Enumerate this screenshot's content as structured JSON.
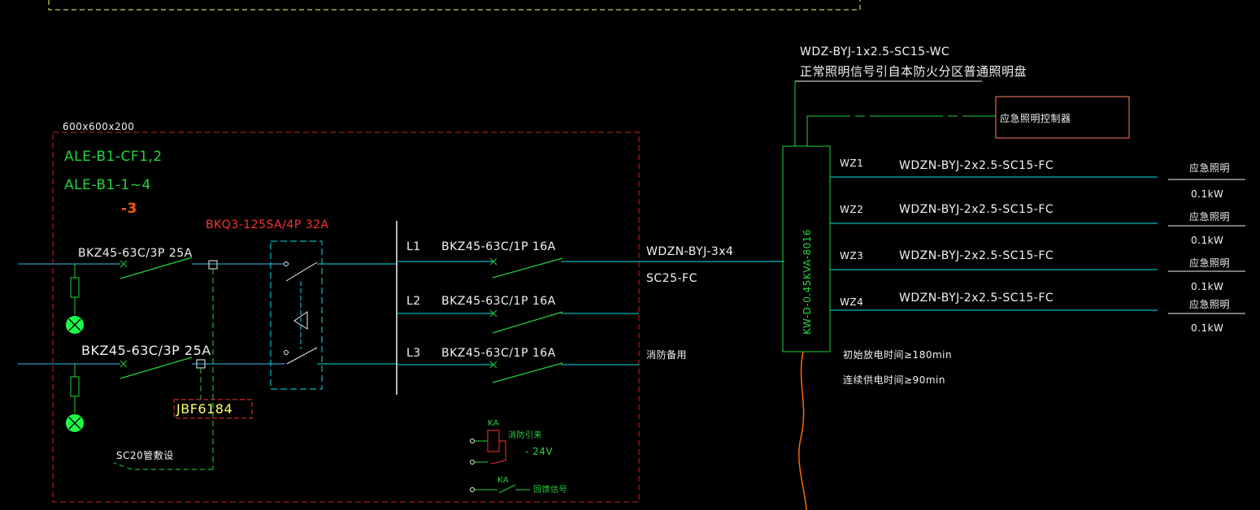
{
  "colors": {
    "background": "#000000",
    "cyan": "#00e5e5",
    "green": "#22d43a",
    "bright_green": "#1bff4a",
    "red": "#ff3030",
    "dark_red": "#cc2020",
    "white": "#f2f2f2",
    "yellow": "#ffff66",
    "orange": "#ff6a00",
    "salmon": "#ff8060",
    "light_blue": "#33bbee"
  },
  "panel": {
    "size_label": "600x600x200",
    "name_line1": "ALE-B1-CF1,2",
    "name_line2": "ALE-B1-1~4",
    "handwritten_note": "-3"
  },
  "incoming": {
    "breaker1_label": "BKZ45-63C/3P 25A",
    "breaker2_label": "BKZ45-63C/3P 25A",
    "ats_label": "BKQ3-125SA/4P 32A",
    "module_label": "JBF6184",
    "conduit_label": "SC20管敷设"
  },
  "outgoing": [
    {
      "phase": "L1",
      "breaker": "BKZ45-63C/1P 16A"
    },
    {
      "phase": "L2",
      "breaker": "BKZ45-63C/1P 16A"
    },
    {
      "phase": "L3",
      "breaker": "BKZ45-63C/1P 16A"
    }
  ],
  "feeder": {
    "cable_line1": "WDZN-BYJ-3x4",
    "cable_line2": "SC25-FC",
    "spare_label": "消防备用"
  },
  "fire_linkage": {
    "relay1_label": "KA",
    "relay1_desc": "消防引来",
    "voltage": "- 24V",
    "relay2_label": "KA",
    "relay2_desc": "回馈信号"
  },
  "signal": {
    "cable": "WDZ-BYJ-1x2.5-SC15-WC",
    "description": "正常照明信号引自本防火分区普通照明盘",
    "controller_label": "应急照明控制器"
  },
  "eps": {
    "label": "KW-D-0.45KVA-8016",
    "discharge_initial": "初始放电时间≥180min",
    "discharge_continuous": "连续供电时间≥90min"
  },
  "circuits": [
    {
      "id": "WZ1",
      "cable": "WDZN-BYJ-2x2.5-SC15-FC",
      "load": "应急照明",
      "power": "0.1kW"
    },
    {
      "id": "WZ2",
      "cable": "WDZN-BYJ-2x2.5-SC15-FC",
      "load": "应急照明",
      "power": "0.1kW"
    },
    {
      "id": "WZ3",
      "cable": "WDZN-BYJ-2x2.5-SC15-FC",
      "load": "应急照明",
      "power": "0.1kW"
    },
    {
      "id": "WZ4",
      "cable": "WDZN-BYJ-2x2.5-SC15-FC",
      "load": "应急照明",
      "power": "0.1kW"
    }
  ]
}
